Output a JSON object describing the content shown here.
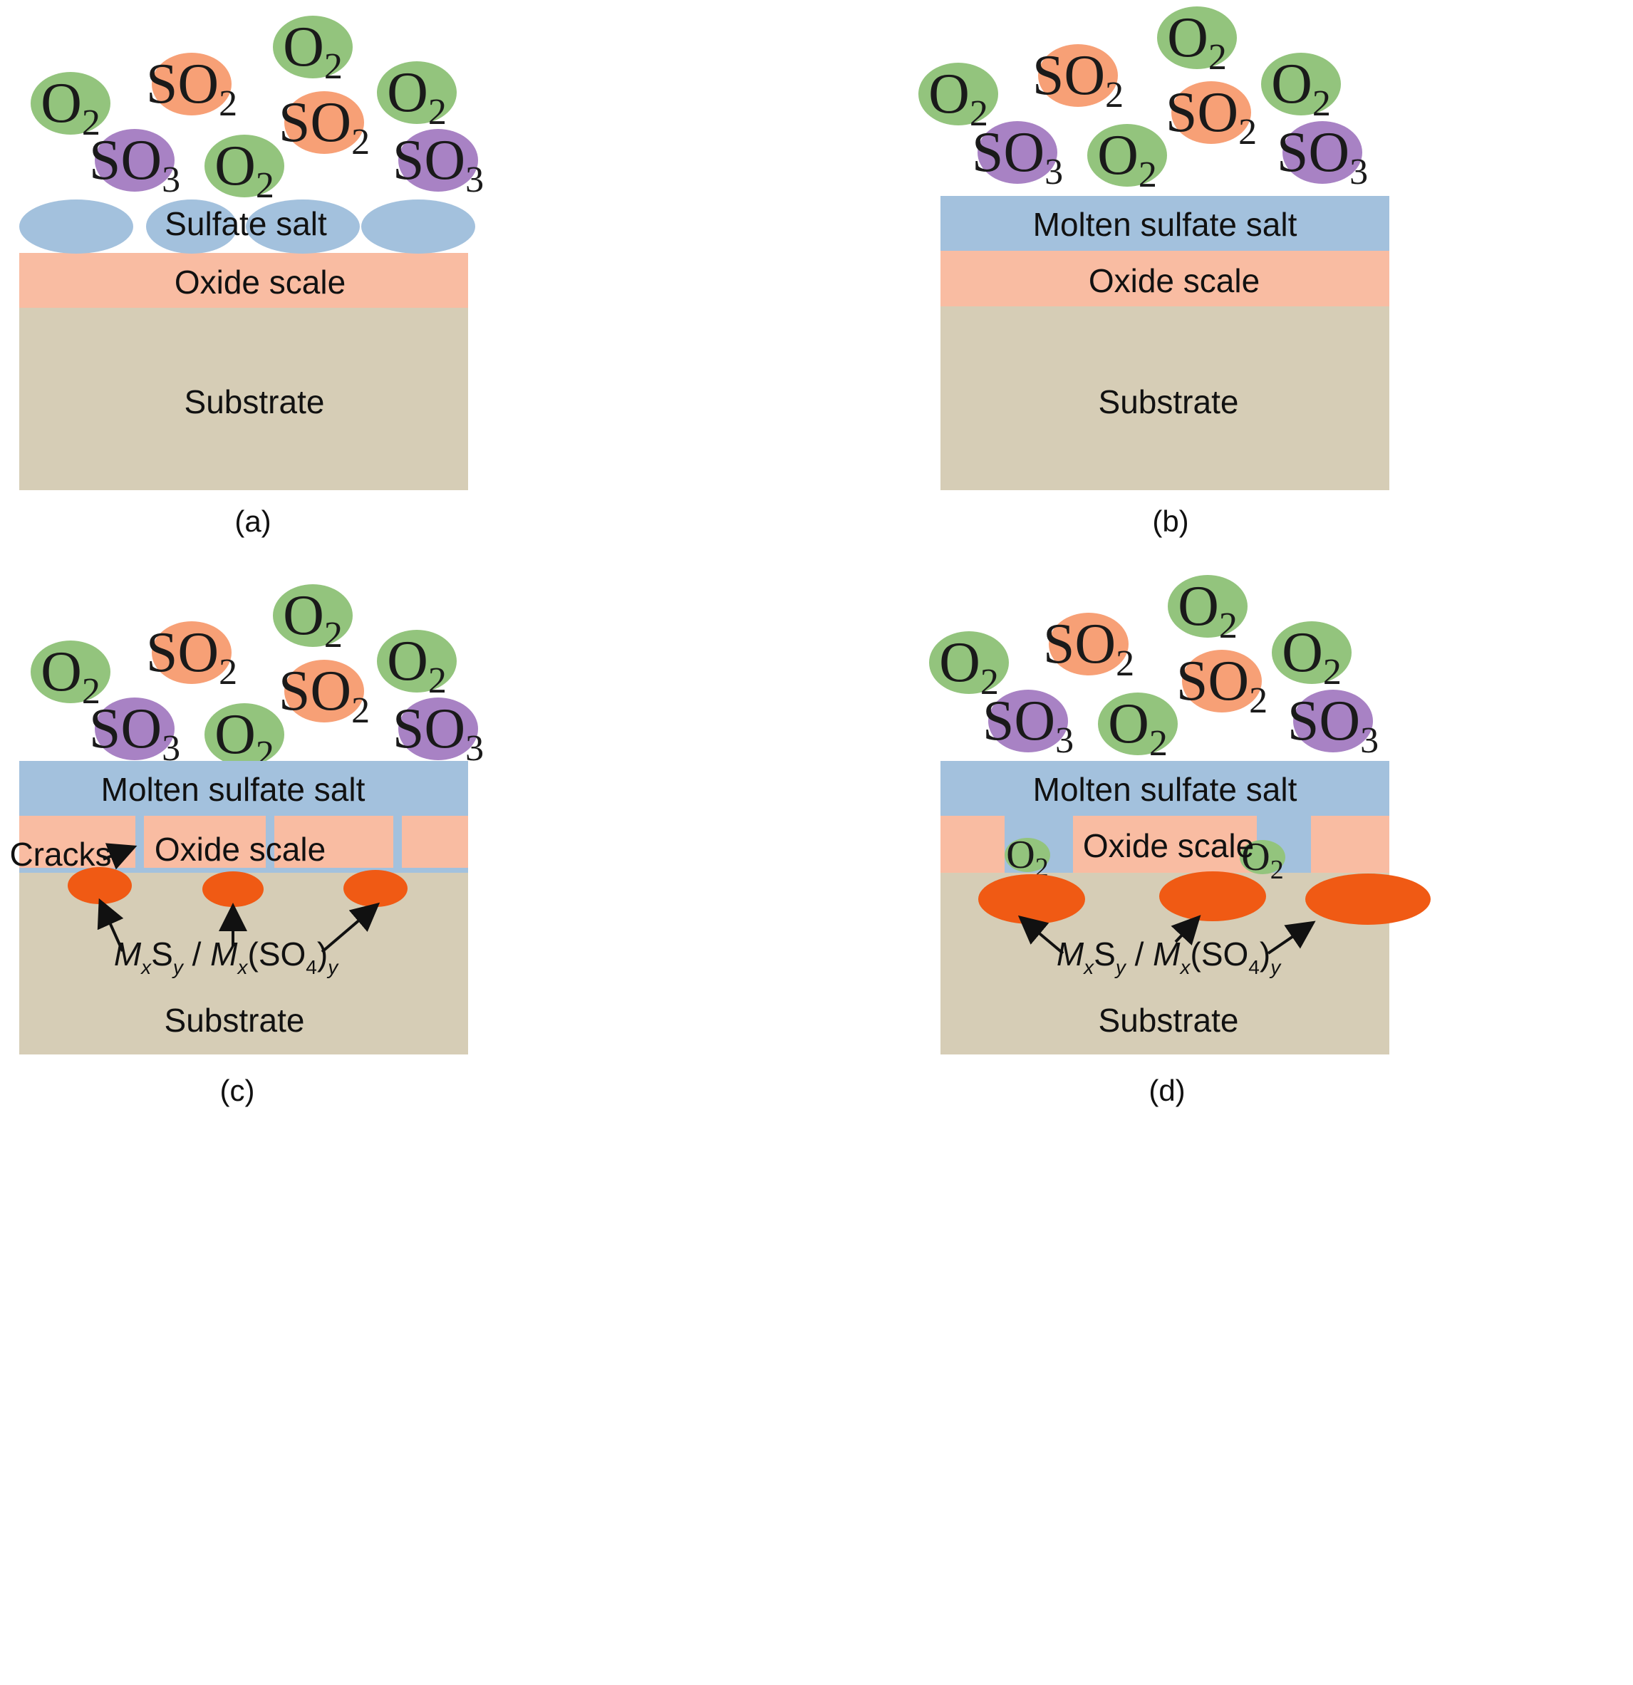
{
  "colors": {
    "o2": "#93c47d",
    "so2": "#f7a076",
    "so3": "#a882c4",
    "salt": "#a3c1dd",
    "oxide": "#f9bca2",
    "substrate": "#d6cdb6",
    "product": "#f05a14",
    "arrow": "#111111"
  },
  "species": {
    "o2": {
      "base": "O",
      "sub": "2"
    },
    "so2": {
      "base": "SO",
      "sub": "2"
    },
    "so3": {
      "base": "SO",
      "sub": "3"
    }
  },
  "layers": {
    "sulfate_salt": "Sulfate salt",
    "molten_salt": "Molten sulfate salt",
    "oxide": "Oxide scale",
    "substrate": "Substrate"
  },
  "annotations": {
    "cracks": "Cracks",
    "product": {
      "m1": "M",
      "x1": "x",
      "s1": "S",
      "y1": "y",
      "slash": " / ",
      "m2": "M",
      "x2": "x",
      "paren_open": "(SO",
      "four": "4",
      "paren_close": ")",
      "y2": "y"
    }
  },
  "panels": [
    {
      "id": "a",
      "caption": "(a)"
    },
    {
      "id": "b",
      "caption": "(b)"
    },
    {
      "id": "c",
      "caption": "(c)"
    },
    {
      "id": "d",
      "caption": "(d)"
    }
  ]
}
